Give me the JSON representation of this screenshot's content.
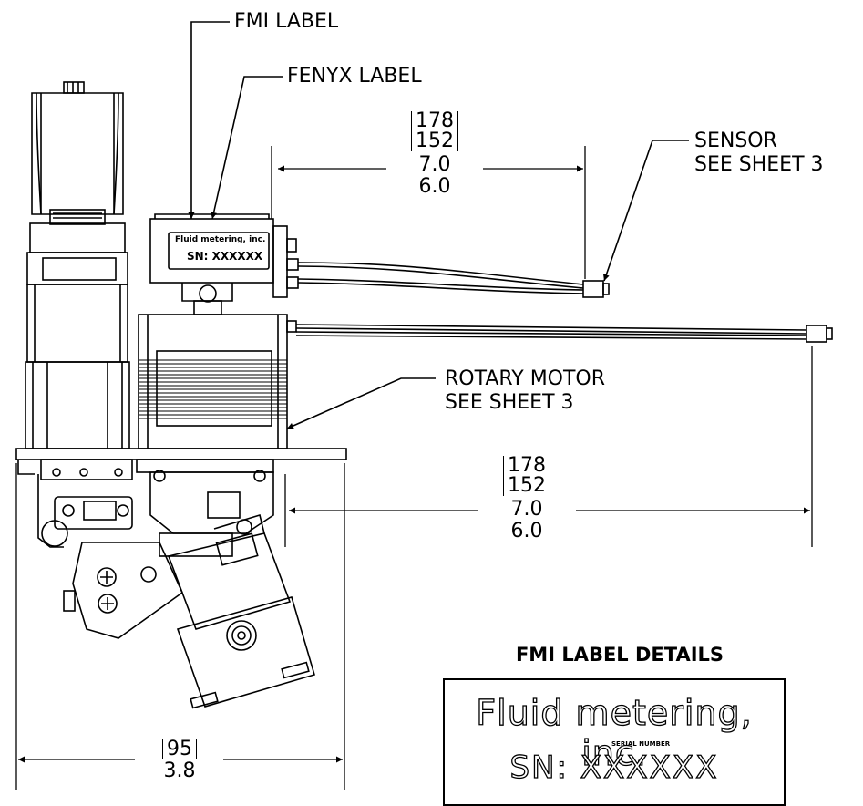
{
  "callouts": {
    "fmi_label": "FMI LABEL",
    "fenyx_label": "FENYX LABEL",
    "sensor_line1": "SENSOR",
    "sensor_line2": "SEE SHEET 3",
    "motor_line1": "ROTARY MOTOR",
    "motor_line2": "SEE SHEET 3"
  },
  "dims": {
    "upper": {
      "mm_max": "178",
      "mm_min": "152",
      "in_max": "7.0",
      "in_min": "6.0"
    },
    "lower": {
      "mm_max": "178",
      "mm_min": "152",
      "in_max": "7.0",
      "in_min": "6.0"
    },
    "bottom": {
      "mm": "95",
      "in": "3.8"
    }
  },
  "onpart_label": {
    "company": "Fluid metering, inc.",
    "sn": "SN: XXXXXX"
  },
  "fmi_details": {
    "title": "FMI LABEL DETAILS",
    "company": "Fluid metering, inc.",
    "serial_caption": "SERIAL NUMBER",
    "sn": "SN: XXXXXX"
  }
}
